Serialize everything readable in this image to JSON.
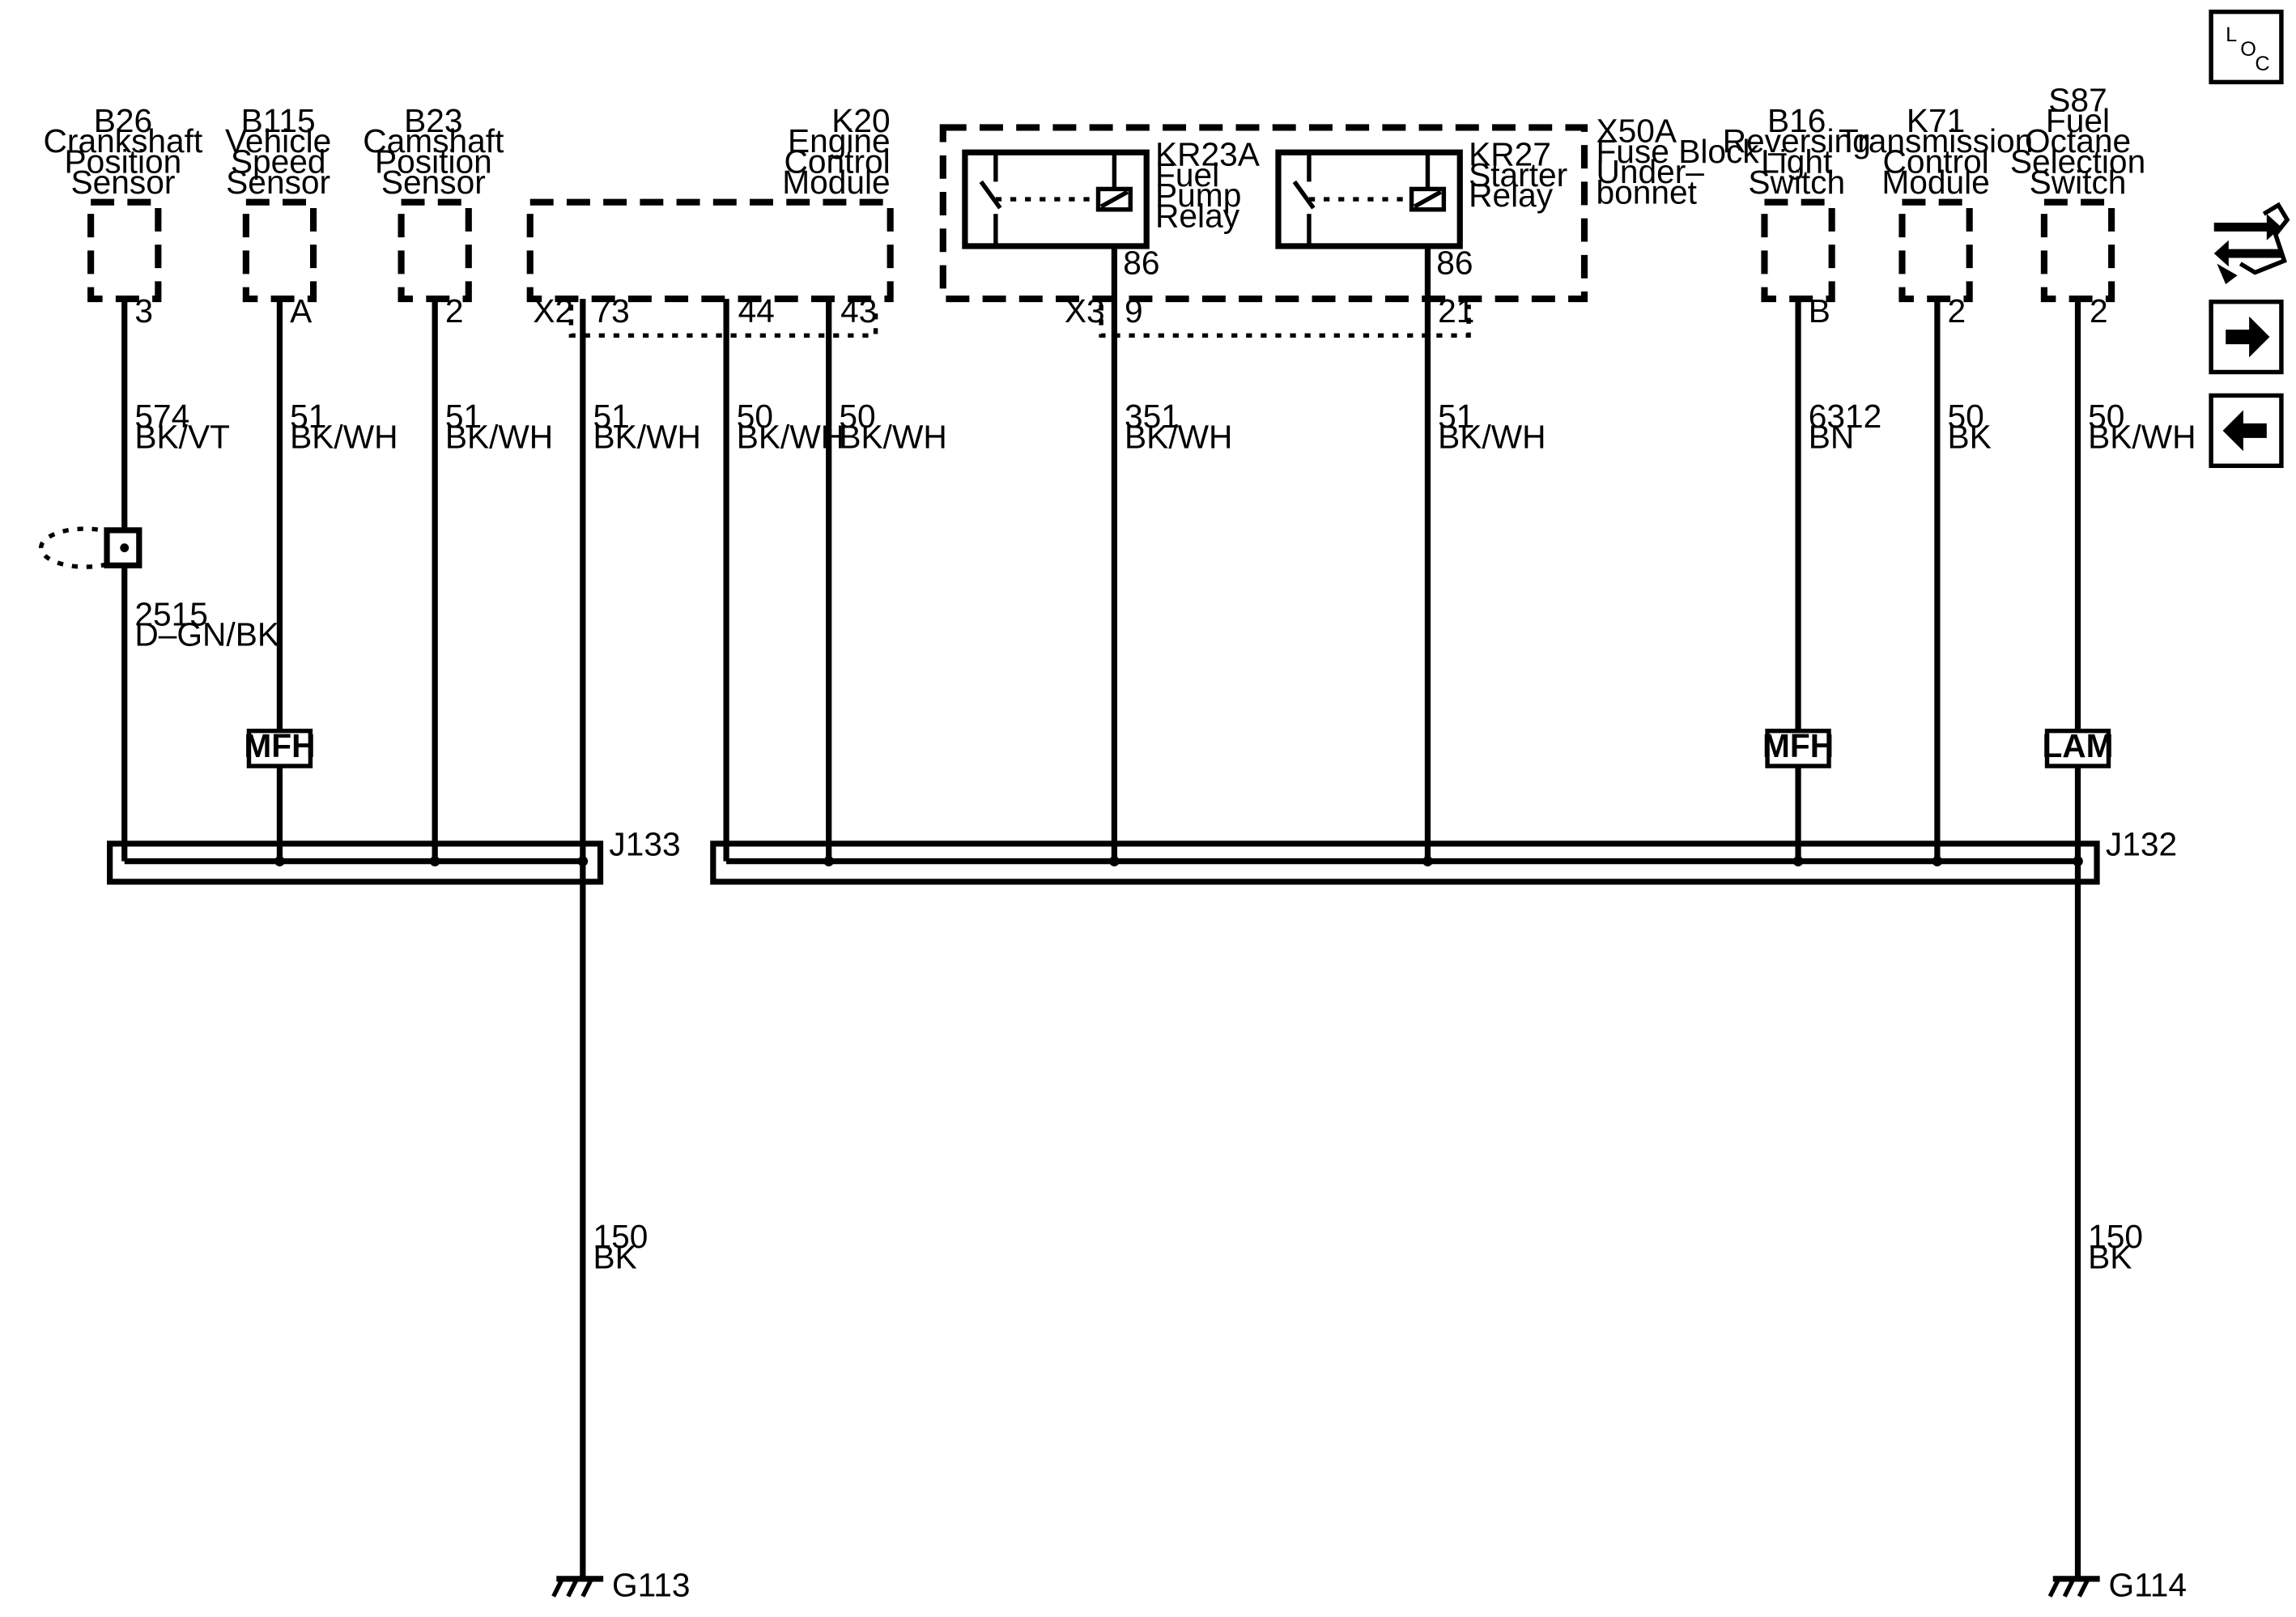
{
  "components": {
    "b26": [
      "B26",
      "Crankshaft",
      "Position",
      "Sensor"
    ],
    "b115": [
      "B115",
      "Vehicle",
      "Speed",
      "Sensor"
    ],
    "b23": [
      "B23",
      "Camshaft",
      "Position",
      "Sensor"
    ],
    "k20": [
      "K20",
      "Engine",
      "Control",
      "Module"
    ],
    "kr23a": [
      "KR23A",
      "Fuel",
      "Pump",
      "Relay"
    ],
    "kr27": [
      "KR27",
      "Starter",
      "Relay"
    ],
    "x50a": [
      "X50A",
      "Fuse Block –",
      "Under–",
      "bonnet"
    ],
    "b16": [
      "B16",
      "Reversing",
      "Light",
      "Switch"
    ],
    "k71": [
      "K71",
      "Transmission",
      "Control",
      "Module"
    ],
    "s87": [
      "S87",
      "Fuel",
      "Octane",
      "Selection",
      "Switch"
    ]
  },
  "connectors": {
    "k20_connector": "X2",
    "x50a_connector": "X3"
  },
  "pins": {
    "b26": "3",
    "b115": "A",
    "b23": "2",
    "k20_73": "73",
    "k20_44": "44",
    "k20_43": "43",
    "kr23a_86": "86",
    "kr27_86": "86",
    "x50a_9": "9",
    "x50a_21": "21",
    "b16": "B",
    "k71": "2",
    "s87": "2"
  },
  "wires": {
    "b26_top": [
      "574",
      "BK/VT"
    ],
    "b26_bottom": [
      "2515",
      "D–GN/BK"
    ],
    "b115": [
      "51",
      "BK/WH"
    ],
    "b23": [
      "51",
      "BK/WH"
    ],
    "k20_73": [
      "51",
      "BK/WH"
    ],
    "k20_44": [
      "50",
      "BK/WH"
    ],
    "k20_43": [
      "50",
      "BK/WH"
    ],
    "x50a_9": [
      "351",
      "BK/WH"
    ],
    "x50a_21": [
      "51",
      "BK/WH"
    ],
    "b16": [
      "6312",
      "BN"
    ],
    "k71": [
      "50",
      "BK"
    ],
    "s87": [
      "50",
      "BK/WH"
    ],
    "g113_feed": [
      "150",
      "BK"
    ],
    "g114_feed": [
      "150",
      "BK"
    ]
  },
  "tags": {
    "b115": "MFH",
    "b16": "MFH",
    "s87": "LAM"
  },
  "splices": {
    "left": "J133",
    "right": "J132"
  },
  "grounds": {
    "left": "G113",
    "right": "G114"
  },
  "sidebar": {
    "loc_button": [
      "L",
      "O",
      "C"
    ],
    "icons": [
      "swap-connectors-icon",
      "arrow-right-icon",
      "arrow-left-icon"
    ]
  }
}
